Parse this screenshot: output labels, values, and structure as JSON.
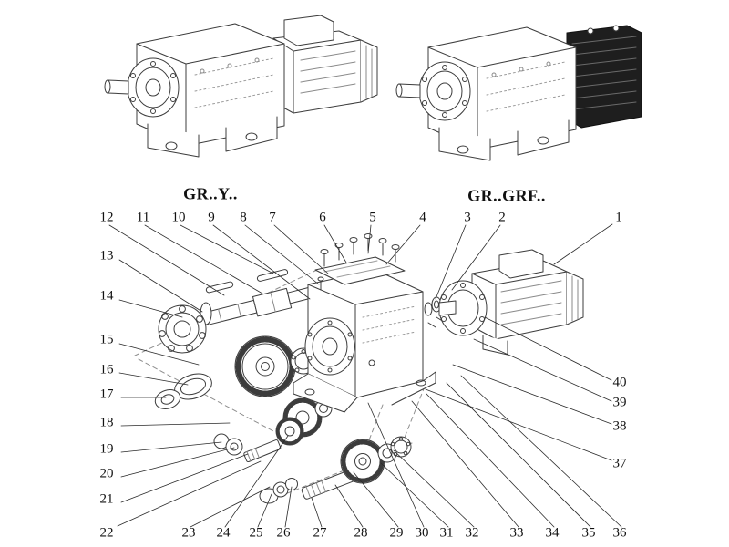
{
  "diagram": {
    "type": "exploded-parts-diagram",
    "variant_labels": [
      "GR..Y..",
      "GR..GRF.."
    ],
    "callout_numbers": [
      "1",
      "2",
      "3",
      "4",
      "5",
      "6",
      "7",
      "8",
      "9",
      "10",
      "11",
      "12",
      "13",
      "14",
      "15",
      "16",
      "17",
      "18",
      "19",
      "20",
      "21",
      "22",
      "23",
      "24",
      "25",
      "26",
      "27",
      "28",
      "29",
      "30",
      "31",
      "32",
      "33",
      "34",
      "35",
      "36",
      "37",
      "38",
      "39",
      "40"
    ],
    "colors": {
      "line_ink": "#3c3c3c",
      "dark_fill": "#1e1e1e"
    }
  }
}
